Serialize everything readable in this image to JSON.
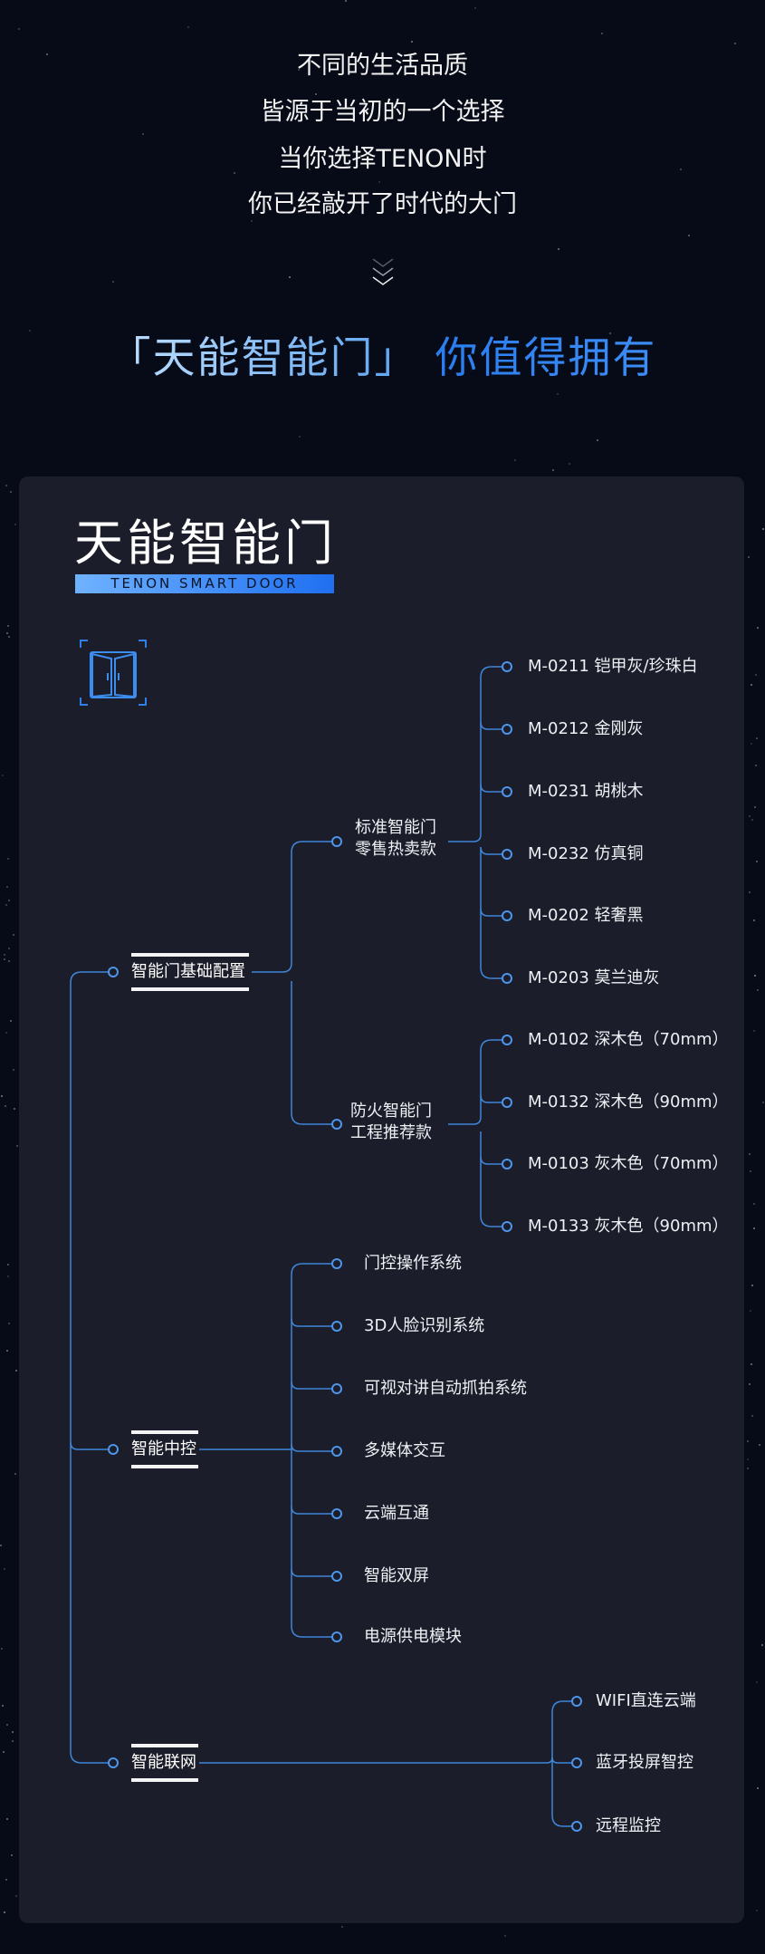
{
  "intro": {
    "lines": [
      "不同的生活品质",
      "皆源于当初的一个选择",
      "当你选择TENON时",
      "你已经敲开了时代的大门"
    ]
  },
  "headline": {
    "part1": "「天能智能门」",
    "part2": "你值得拥有"
  },
  "card": {
    "title": "天能智能门",
    "subtitle": "TENON SMART DOOR",
    "icon": "door-icon"
  },
  "tree": {
    "basic": {
      "label": "智能门基础配置",
      "standard": {
        "line1": "标准智能门",
        "line2": "零售热卖款",
        "items": [
          "M-0211 铠甲灰/珍珠白",
          "M-0212 金刚灰",
          "M-0231 胡桃木",
          "M-0232 仿真铜",
          "M-0202 轻奢黑",
          "M-0203 莫兰迪灰"
        ]
      },
      "fire": {
        "line1": "防火智能门",
        "line2": "工程推荐款",
        "items": [
          "M-0102 深木色（70mm）",
          "M-0132 深木色（90mm）",
          "M-0103 灰木色（70mm）",
          "M-0133 灰木色（90mm）"
        ]
      }
    },
    "control": {
      "label": "智能中控",
      "items": [
        "门控操作系统",
        "3D人脸识别系统",
        "可视对讲自动抓拍系统",
        "多媒体交互",
        "云端互通",
        "智能双屏",
        "电源供电模块"
      ]
    },
    "network": {
      "label": "智能联网",
      "items": [
        "WIFI直连云端",
        "蓝牙投屏智控",
        "远程监控"
      ]
    }
  },
  "colors": {
    "background": "#070a17",
    "card": "#1b1e2a",
    "accent": "#2f7fe8",
    "line": "#3f86d9"
  }
}
